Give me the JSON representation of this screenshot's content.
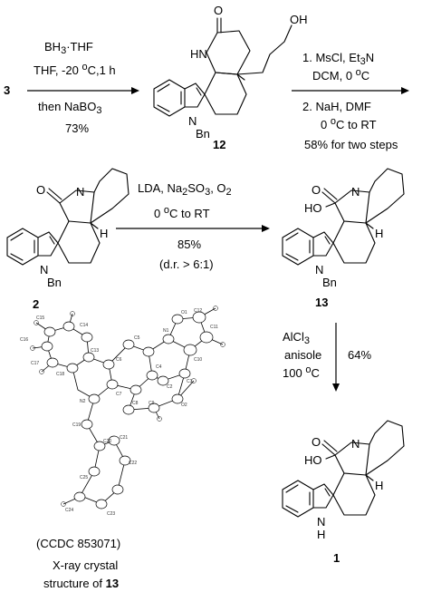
{
  "compounds": {
    "start": {
      "label": "3"
    },
    "c12": {
      "label": "12",
      "atoms": {
        "o_keto": "O",
        "nh": "HN",
        "oh": "OH",
        "bn": "Bn",
        "n": "N"
      }
    },
    "c2": {
      "label": "2",
      "atoms": {
        "o": "O",
        "n_amide": "N",
        "h": "H",
        "n": "N",
        "bn": "Bn"
      }
    },
    "c13": {
      "label": "13",
      "atoms": {
        "o": "O",
        "n_amide": "N",
        "ho": "HO",
        "h": "H",
        "n": "N",
        "bn": "Bn"
      }
    },
    "c1": {
      "label": "1",
      "atoms": {
        "o": "O",
        "n_amide": "N",
        "ho": "HO",
        "h": "H",
        "nh_n": "N",
        "nh_h": "H"
      }
    }
  },
  "steps": {
    "step1": {
      "above1": "BH",
      "above1_sub": "3",
      "above1_rest": "·THF",
      "above2": "THF, -20 ",
      "above2_sup": "o",
      "above2_rest": "C,1 h",
      "below1": "then NaBO",
      "below1_sub": "3",
      "below2": "73%"
    },
    "step2": {
      "l1": "1. MsCl, Et",
      "l1_sub": "3",
      "l1_rest": "N",
      "l2": "DCM, 0 ",
      "l2_sup": "o",
      "l2_rest": "C",
      "l3": "2. NaH, DMF",
      "l4": "0 ",
      "l4_sup": "o",
      "l4_rest": "C to RT",
      "l5": "58% for two steps"
    },
    "step3": {
      "l1": "LDA, Na",
      "l1_sub": "2",
      "l1_mid": "SO",
      "l1_sub2": "3",
      "l1_rest": ", O",
      "l1_sub3": "2",
      "l2": "0 ",
      "l2_sup": "o",
      "l2_rest": "C to RT",
      "l3": "85%",
      "l4": "(d.r. > 6:1)"
    },
    "step4": {
      "l1": "AlCl",
      "l1_sub": "3",
      "l2": "anisole",
      "l3": "100 ",
      "l3_sup": "o",
      "l3_rest": "C",
      "yield": "64%"
    }
  },
  "crystal": {
    "ccdc": "(CCDC 853071)",
    "caption1": "X-ray crystal",
    "caption2": "structure of ",
    "caption2_bold": "13",
    "atom_labels": [
      "C15",
      "C16",
      "C17",
      "C14",
      "C13",
      "C18",
      "C6",
      "C5",
      "N1",
      "O1",
      "C12",
      "C11",
      "C10",
      "C4",
      "C7",
      "N2",
      "C8",
      "C9",
      "C2",
      "C3",
      "O2",
      "C19",
      "C20",
      "C21",
      "C22",
      "C23",
      "C24",
      "C25"
    ]
  }
}
